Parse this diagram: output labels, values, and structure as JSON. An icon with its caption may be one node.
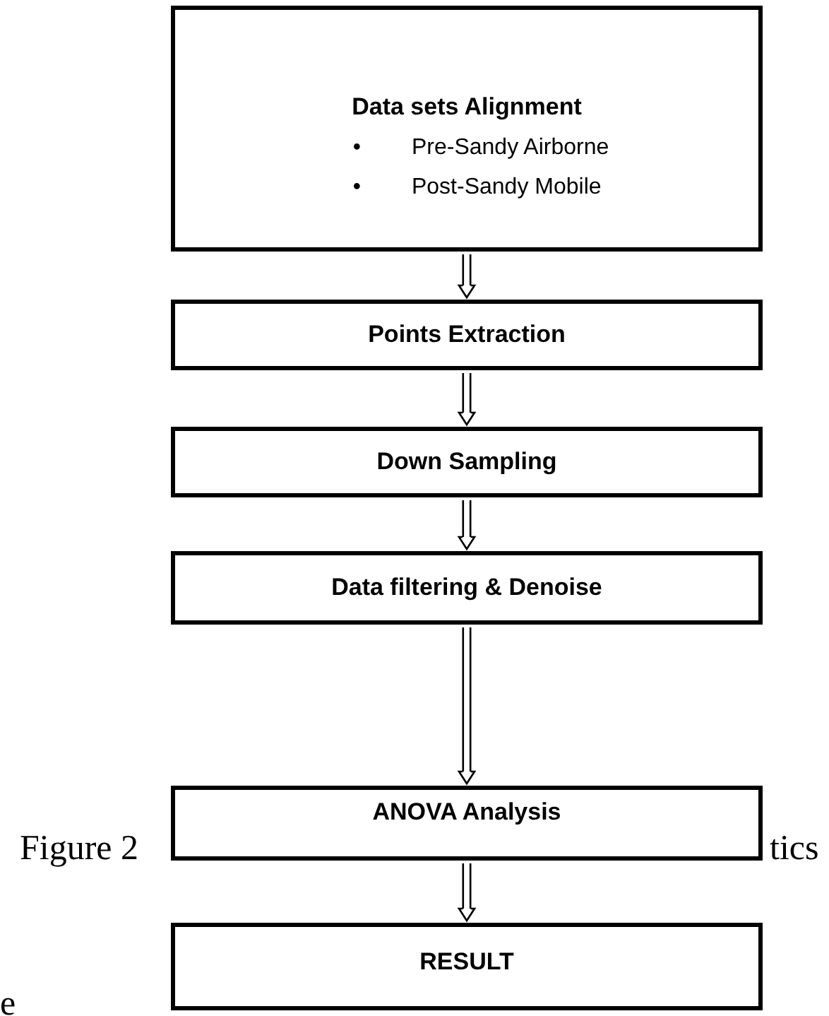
{
  "diagram": {
    "nodes": [
      {
        "text": [
          "Data sets Alignment",
          "•",
          "Pre-Sandy Airborne",
          "•",
          "Post-Sandy Mobile"
        ]
      },
      {
        "text": [
          "Points Extraction"
        ]
      },
      {
        "text": [
          "Down Sampling"
        ]
      },
      {
        "text": [
          "Data filtering & Denoise"
        ]
      },
      {
        "text": [
          "ANOVA Analysis"
        ]
      },
      {
        "text": [
          "RESULT"
        ]
      }
    ],
    "edges": [
      {
        "from": 0,
        "to": 1,
        "arrow": "to"
      },
      {
        "from": 1,
        "to": 2,
        "arrow": "to"
      },
      {
        "from": 2,
        "to": 3,
        "arrow": "to"
      },
      {
        "from": 3,
        "to": 4,
        "arrow": "to"
      },
      {
        "from": 4,
        "to": 5,
        "arrow": "to"
      }
    ],
    "labels": [
      "Figure 2",
      "tics",
      "e"
    ]
  }
}
